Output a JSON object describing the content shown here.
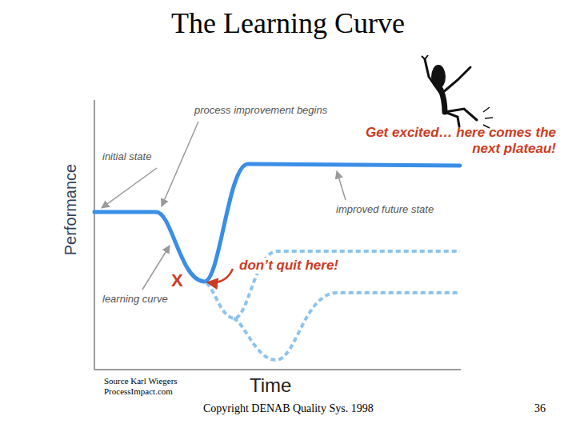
{
  "diagram": {
    "title": "The Learning Curve",
    "labels": [
      "process improvement begins",
      "initial state",
      "Get excited… here comes the next plateau!",
      "improved future state",
      "X",
      "don’t quit here!",
      "learning curve",
      "Performance",
      "Time",
      "Source Karl Wiegers ProcessImpact.com",
      "Copyright DENAB Quality Sys. 1998",
      "36"
    ]
  }
}
